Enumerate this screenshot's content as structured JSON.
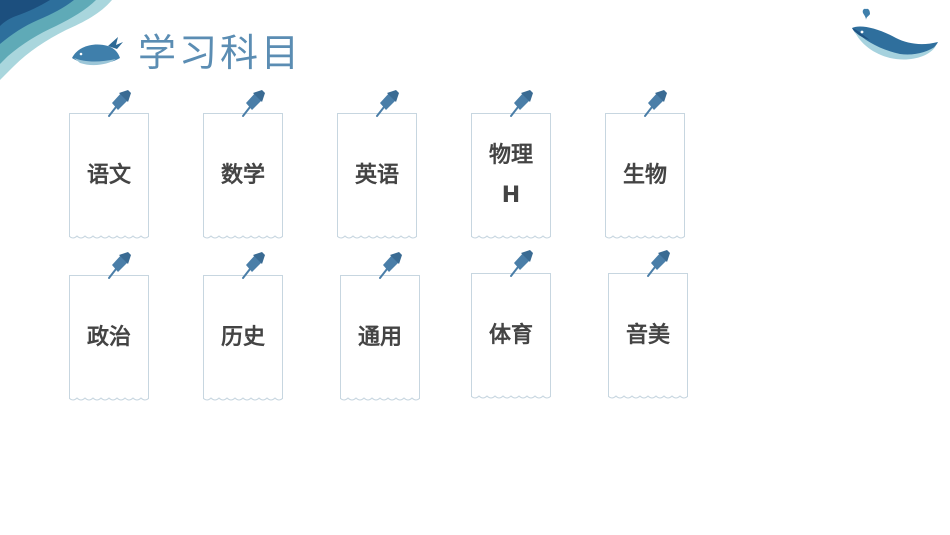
{
  "slide": {
    "title": "学习科目"
  },
  "colors": {
    "title": "#5b8db3",
    "card_border": "#c7d6e0",
    "card_text": "#444444",
    "pin": "#4a7ea8",
    "whale": "#3f7fab"
  },
  "icons": {
    "pin": "pushpin-icon",
    "whale": "whale-icon",
    "wave": "watercolor-wave"
  },
  "subjects": [
    {
      "label": "语文"
    },
    {
      "label": "数学"
    },
    {
      "label": "英语"
    },
    {
      "label": "物理\nH"
    },
    {
      "label": "生物"
    },
    {
      "label": "政治"
    },
    {
      "label": "历史"
    },
    {
      "label": "通用"
    },
    {
      "label": "体育"
    },
    {
      "label": "音美"
    }
  ]
}
